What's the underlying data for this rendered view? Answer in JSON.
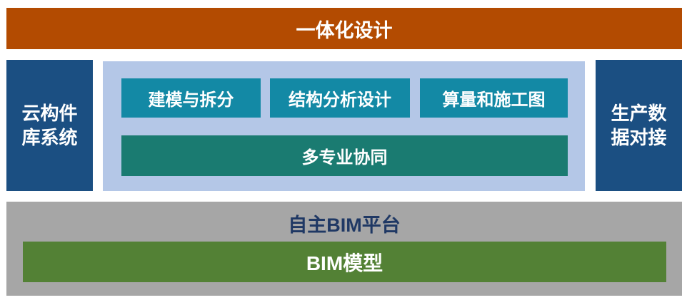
{
  "diagram": {
    "top_bar": {
      "label": "一体化设计",
      "bg_color": "#B34B01",
      "text_color": "#FFFFFF"
    },
    "left_panel": {
      "label": "云构件\n库系统",
      "full_label": "云构件库系统",
      "bg_color": "#1B4F82",
      "text_color": "#FFFFFF"
    },
    "center_container": {
      "bg_color": "#B4C7E7",
      "modules": [
        {
          "label": "建模与拆分",
          "bg_color": "#1389A5"
        },
        {
          "label": "结构分析设计",
          "bg_color": "#1389A5"
        },
        {
          "label": "算量和施工图",
          "bg_color": "#1389A5"
        }
      ],
      "collaboration_bar": {
        "label": "多专业协同",
        "bg_color": "#1A7B71"
      }
    },
    "right_panel": {
      "label": "生产数\n据对接",
      "full_label": "生产数据对接",
      "bg_color": "#1B4F82",
      "text_color": "#FFFFFF"
    },
    "bottom_platform": {
      "title": "自主BIM平台",
      "title_color": "#1F3864",
      "bg_color": "#A6A6A6",
      "model_bar": {
        "label": "BIM模型",
        "bg_color": "#538135",
        "text_color": "#FFFFFF"
      }
    }
  }
}
